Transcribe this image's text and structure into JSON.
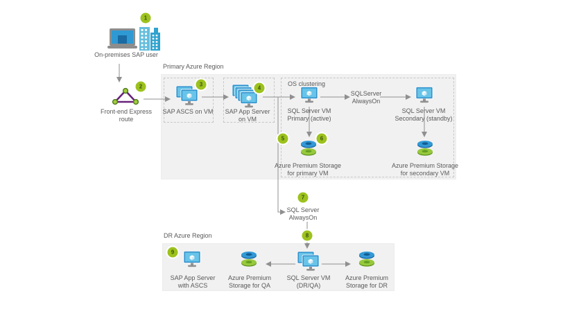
{
  "colors": {
    "badge_fill": "#9cc21d",
    "badge_text": "#3e5214",
    "region_fill": "#f1f1f1",
    "dashed_border": "#c6c6c6",
    "arrow": "#8f8f8f",
    "label_text": "#595959",
    "vm_frame_blue": "#3392cd",
    "vm_screen_blue": "#68c4e8",
    "storage_blue": "#3399d6",
    "storage_green": "#97c93c",
    "expressroute_purple": "#68217a",
    "expressroute_node_green": "#a2cc3a"
  },
  "badges": [
    "1",
    "2",
    "3",
    "4",
    "5",
    "6",
    "7",
    "8",
    "9"
  ],
  "regions": {
    "primary": {
      "label": "Primary Azure Region"
    },
    "os_clustering": {
      "label": "OS clustering"
    },
    "dr": {
      "label": "DR Azure Region"
    }
  },
  "nodes": {
    "on_prem_user": {
      "label": "On-premises SAP user",
      "icon": "laptop-buildings-icon"
    },
    "expressroute": {
      "label": "Front-end Express\nroute",
      "icon": "expressroute-triangle-icon"
    },
    "sap_ascs": {
      "label": "SAP ASCS on VM",
      "icon": "vm-double-icon"
    },
    "sap_app": {
      "label": "SAP App Server\non VM",
      "icon": "vm-stack-icon"
    },
    "sql_primary": {
      "label": "SQL Server VM\nPrimary (active)",
      "icon": "vm-icon"
    },
    "sql_secondary": {
      "label": "SQL Server VM\nSecondary (standby)",
      "icon": "vm-icon"
    },
    "storage_primary": {
      "label": "Azure Premium Storage\nfor primary VM",
      "icon": "premium-storage-icon"
    },
    "storage_secondary": {
      "label": "Azure Premium Storage\nfor secondary VM",
      "icon": "premium-storage-icon"
    },
    "dr_sap_app": {
      "label": "SAP App Server\nwith ASCS",
      "icon": "vm-icon"
    },
    "dr_storage_qa": {
      "label": "Azure Premium\nStorage for QA",
      "icon": "premium-storage-icon"
    },
    "dr_sql": {
      "label": "SQL Server VM\n(DR/QA)",
      "icon": "vm-double-icon"
    },
    "dr_storage_dr": {
      "label": "Azure Premium\nStorage for DR",
      "icon": "premium-storage-icon"
    }
  },
  "connector_labels": {
    "alwayson_top": "SQLServer\nAlwaysOn",
    "alwayson_mid": "SQL Server\nAlwaysOn"
  }
}
